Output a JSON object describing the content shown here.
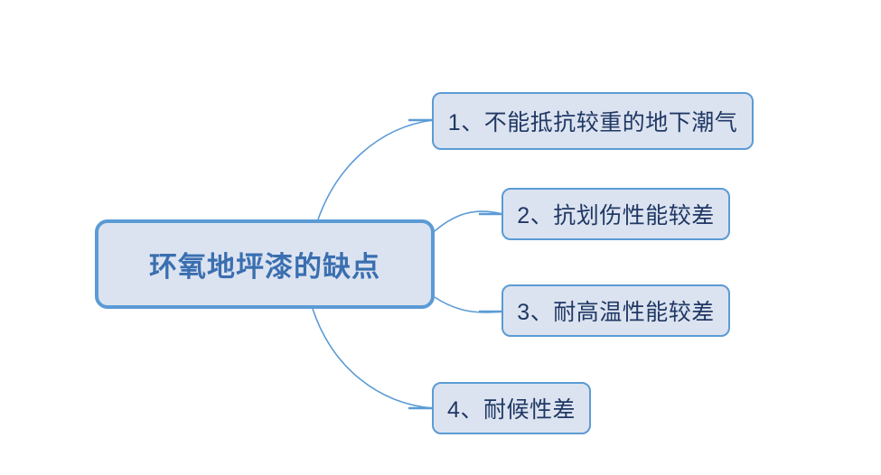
{
  "diagram": {
    "type": "mind-map",
    "background_color": "#ffffff",
    "central": {
      "label": "环氧地坪漆的缺点",
      "fill_color": "#dce3f0",
      "border_color": "#5b9bd5",
      "text_color": "#3a6fb0"
    },
    "branches": [
      {
        "label": "1、不能抵抗较重的地下潮气",
        "fill_color": "#dce3f0",
        "border_color": "#5b9bd5",
        "text_color": "#1f3864"
      },
      {
        "label": "2、抗划伤性能较差",
        "fill_color": "#dce3f0",
        "border_color": "#5b9bd5",
        "text_color": "#1f3864"
      },
      {
        "label": "3、耐高温性能较差",
        "fill_color": "#dce3f0",
        "border_color": "#5b9bd5",
        "text_color": "#1f3864"
      },
      {
        "label": "4、耐候性差",
        "fill_color": "#dce3f0",
        "border_color": "#5b9bd5",
        "text_color": "#1f3864"
      }
    ],
    "connectors": {
      "color": "#5b9bd5",
      "paths": [
        "M 352 243 C 372 185 420 140 478 133",
        "M 481 255 C 510 234 528 232 555 237",
        "M 481 330 C 510 344 528 346 555 345",
        "M 345 342 C 372 410 425 448 478 452"
      ],
      "stubs": [
        "M 455 133 L 480 133",
        "M 455 452 L 480 452"
      ]
    }
  }
}
